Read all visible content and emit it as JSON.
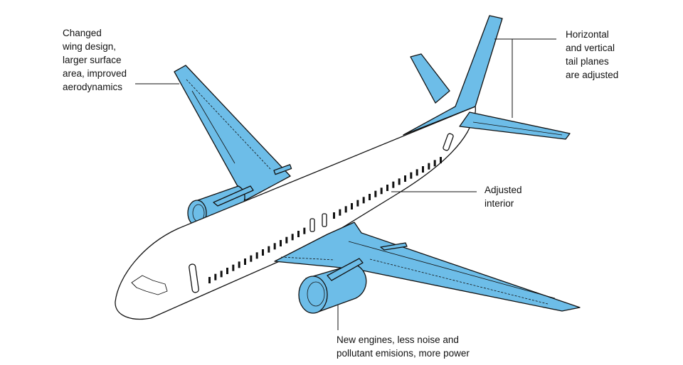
{
  "colors": {
    "highlight": "#6dbde8",
    "outline": "#111111"
  },
  "labels": {
    "wing": [
      "Changed",
      "wing design,",
      "larger surface",
      "area, improved",
      "aerodynamics"
    ],
    "tail": [
      "Horizontal",
      "and vertical",
      "tail planes",
      "are adjusted"
    ],
    "interior": [
      "Adjusted",
      "interior"
    ],
    "engines": [
      "New engines, less noise and",
      "pollutant emisions, more power"
    ]
  }
}
